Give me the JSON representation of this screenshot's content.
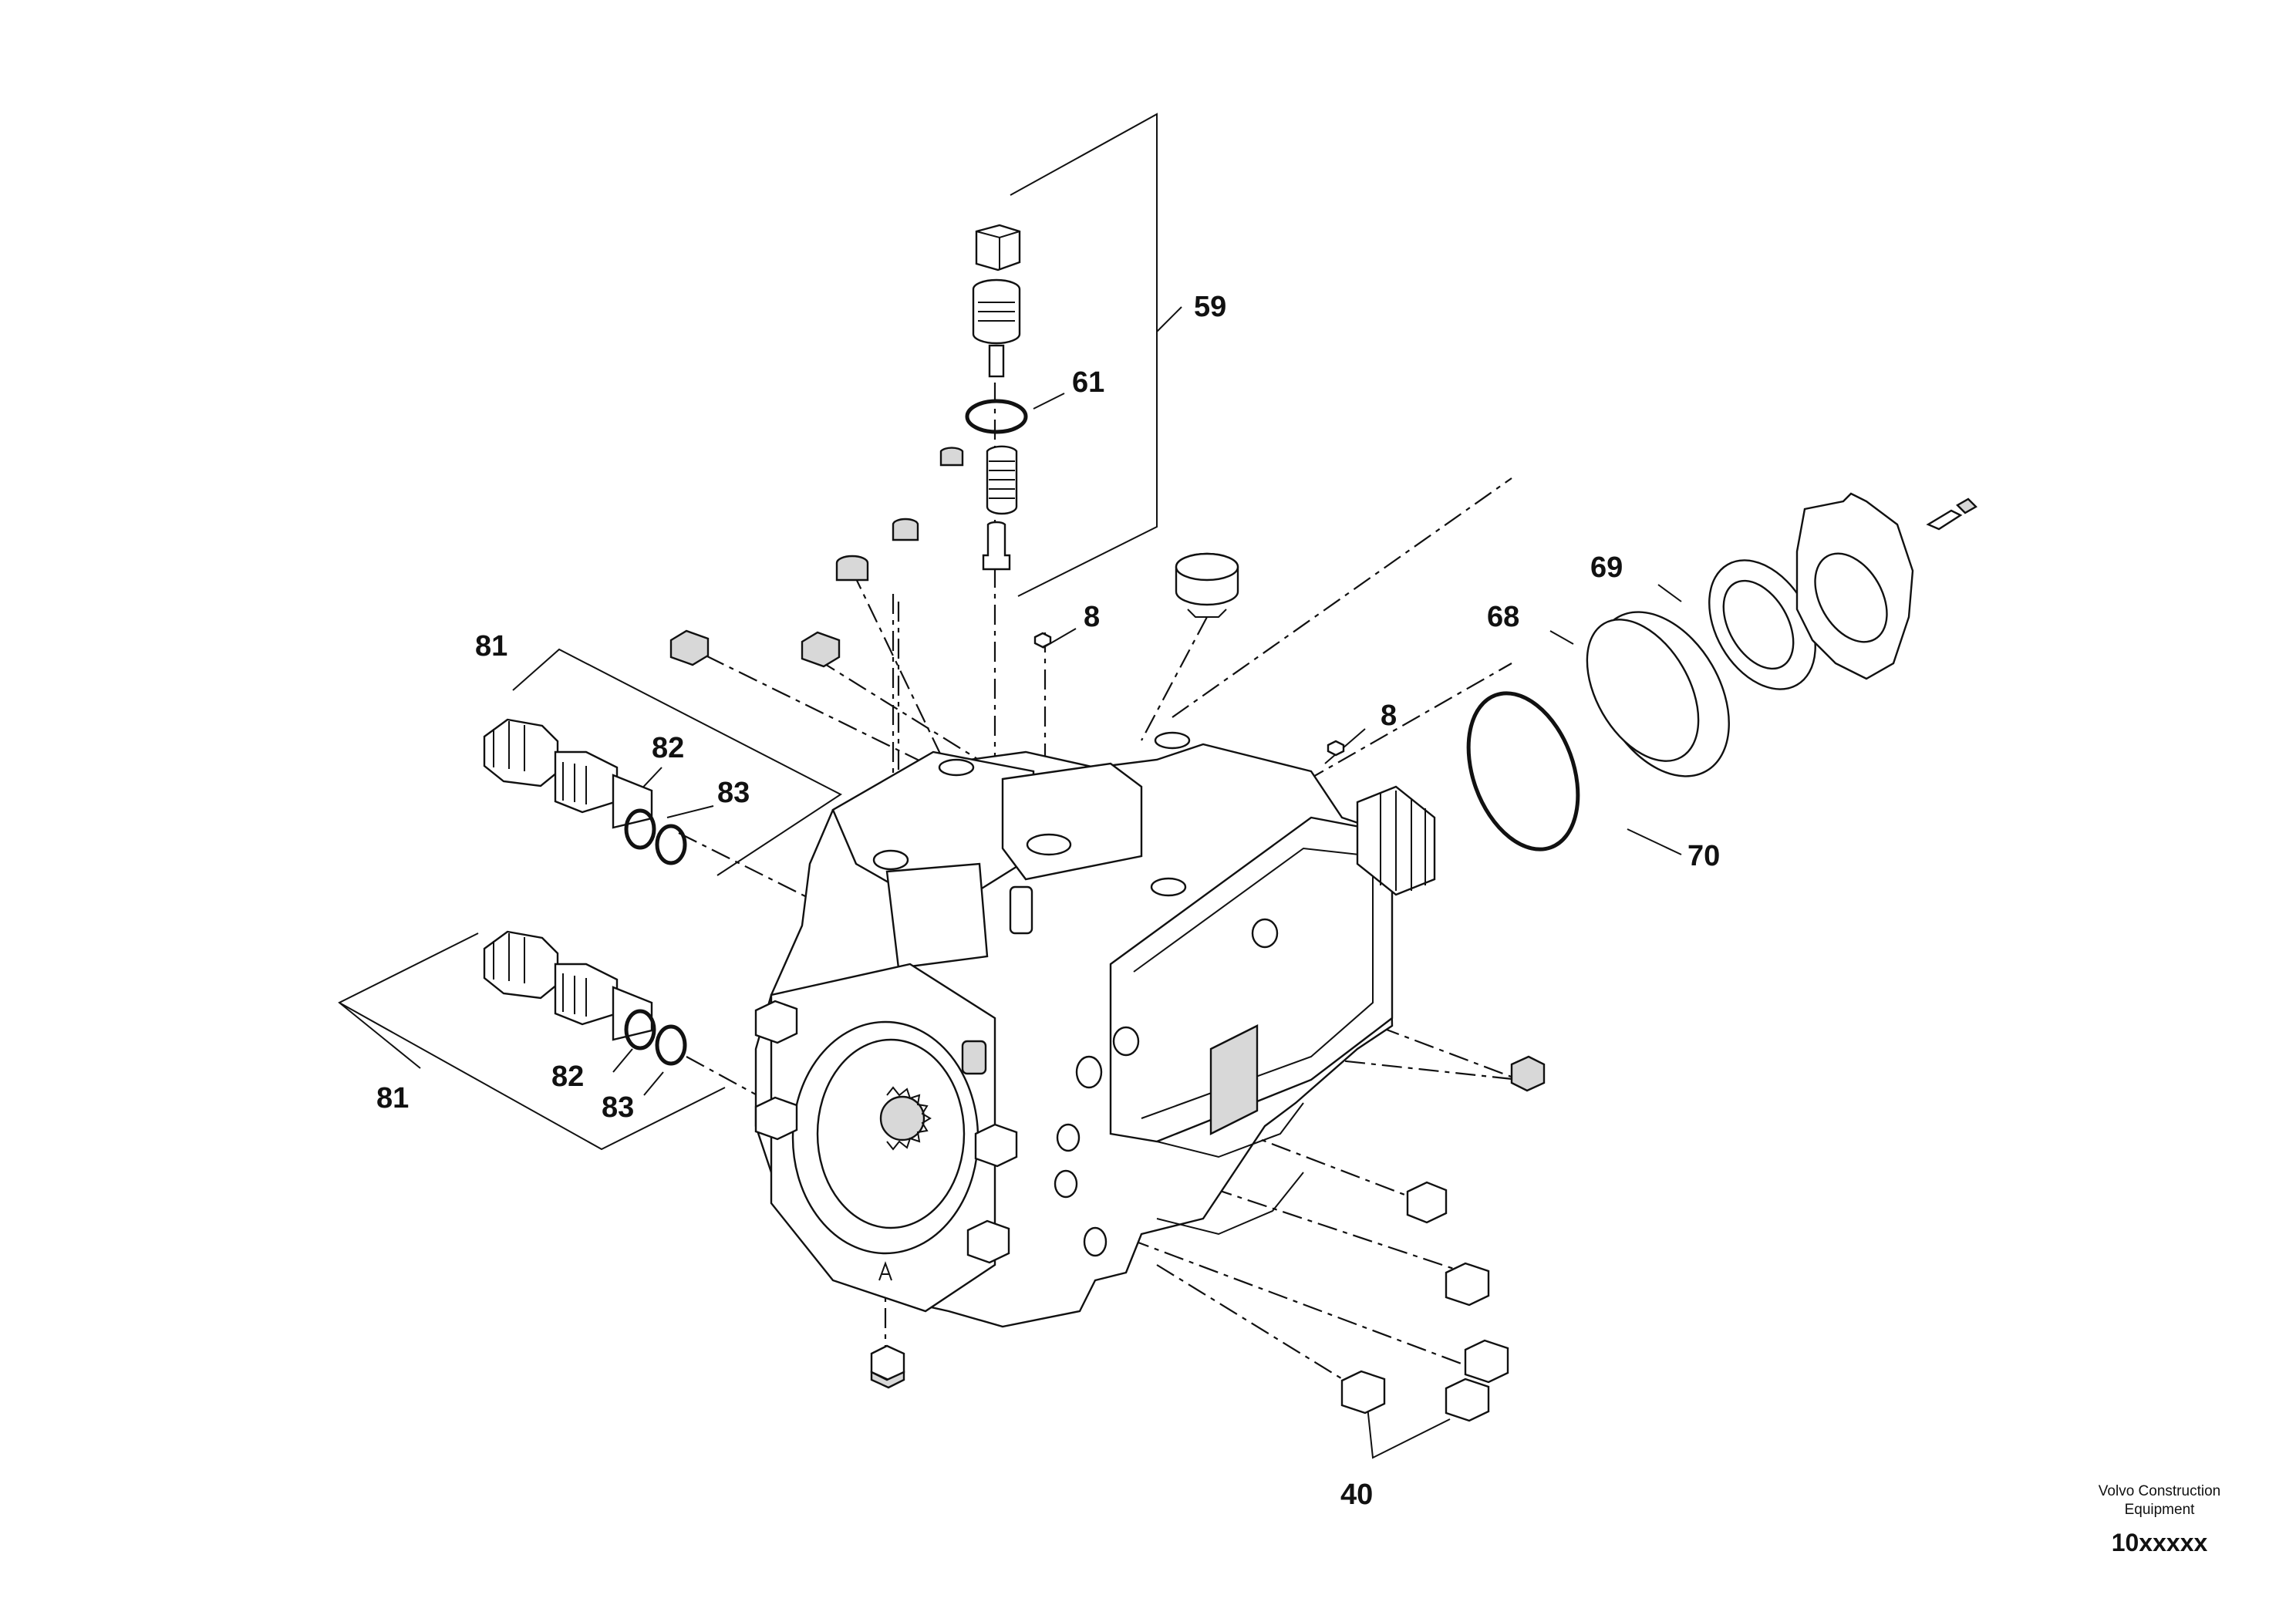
{
  "callouts": {
    "c59": "59",
    "c61": "61",
    "c8a": "8",
    "c8b": "8",
    "c81a": "81",
    "c82a": "82",
    "c83a": "83",
    "c81b": "81",
    "c82b": "82",
    "c83b": "83",
    "c68": "68",
    "c69": "69",
    "c70": "70",
    "c40": "40"
  },
  "footer": {
    "company_line1": "Volvo Construction",
    "company_line2": "Equipment",
    "code": "10xxxxx"
  }
}
